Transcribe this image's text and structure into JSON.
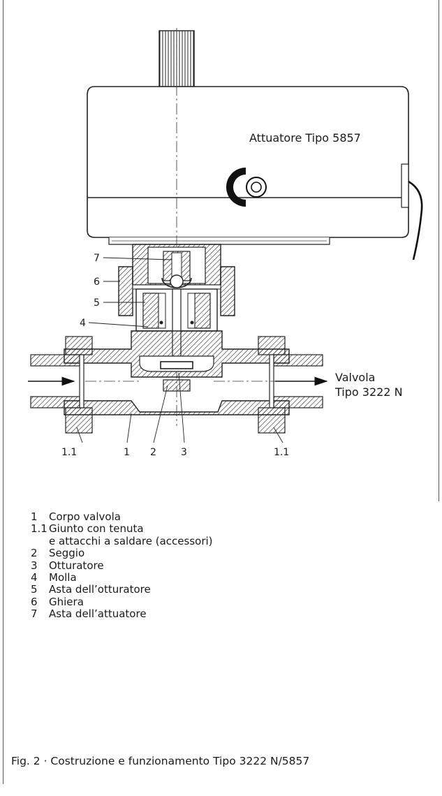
{
  "labels": {
    "actuator": "Attuatore Tipo 5857",
    "valve_line1": "Valvola",
    "valve_line2": "Tipo 3222 N"
  },
  "callouts": {
    "c7": "7",
    "c6": "6",
    "c5": "5",
    "c4": "4",
    "b1_1_left": "1.1",
    "b1": "1",
    "b2": "2",
    "b3": "3",
    "b1_1_right": "1.1"
  },
  "legend": [
    {
      "num": "1",
      "text": "Corpo valvola"
    },
    {
      "num": "1.1",
      "text": "Giunto con tenuta"
    },
    {
      "num": "",
      "text": "e attacchi a saldare (accessori)"
    },
    {
      "num": "2",
      "text": "Seggio"
    },
    {
      "num": "3",
      "text": "Otturatore"
    },
    {
      "num": "4",
      "text": "Molla"
    },
    {
      "num": "5",
      "text": "Asta dell’otturatore"
    },
    {
      "num": "6",
      "text": "Ghiera"
    },
    {
      "num": "7",
      "text": "Asta dell’attuatore"
    }
  ],
  "caption": "Fig. 2 · Costruzione e funzionamento Tipo 3222 N/5857"
}
